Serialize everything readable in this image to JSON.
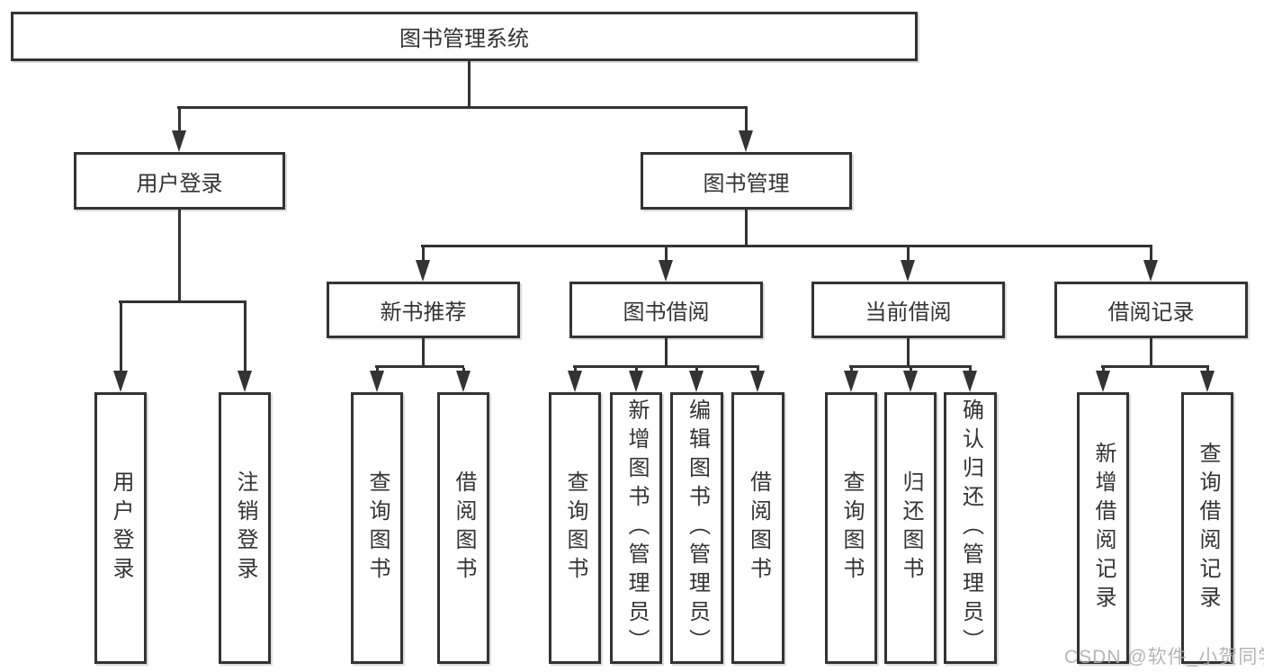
{
  "diagram": {
    "root": {
      "label": "图书管理系统"
    },
    "level2": [
      {
        "label": "用户登录"
      },
      {
        "label": "图书管理"
      }
    ],
    "level3": [
      {
        "label": "新书推荐",
        "parent": "图书管理"
      },
      {
        "label": "图书借阅",
        "parent": "图书管理"
      },
      {
        "label": "当前借阅",
        "parent": "图书管理"
      },
      {
        "label": "借阅记录",
        "parent": "图书管理"
      }
    ],
    "leaves": [
      {
        "label": "用户登录",
        "parent": "用户登录"
      },
      {
        "label": "注销登录",
        "parent": "用户登录"
      },
      {
        "label": "查询图书",
        "parent": "新书推荐"
      },
      {
        "label": "借阅图书",
        "parent": "新书推荐"
      },
      {
        "label": "查询图书",
        "parent": "图书借阅"
      },
      {
        "label": "新增图书（管理员）",
        "parent": "图书借阅"
      },
      {
        "label": "编辑图书（管理员）",
        "parent": "图书借阅"
      },
      {
        "label": "借阅图书",
        "parent": "图书借阅"
      },
      {
        "label": "查询图书",
        "parent": "当前借阅"
      },
      {
        "label": "归还图书",
        "parent": "当前借阅"
      },
      {
        "label": "确认归还（管理员）",
        "parent": "当前借阅"
      },
      {
        "label": "新增借阅记录",
        "parent": "借阅记录"
      },
      {
        "label": "查询借阅记录",
        "parent": "借阅记录"
      }
    ]
  },
  "watermark": {
    "text": "CSDN @软件_小贺同学",
    "color": "#adadad"
  },
  "colors": {
    "line": "#333333",
    "text": "#333333",
    "background": "#ffffff"
  }
}
